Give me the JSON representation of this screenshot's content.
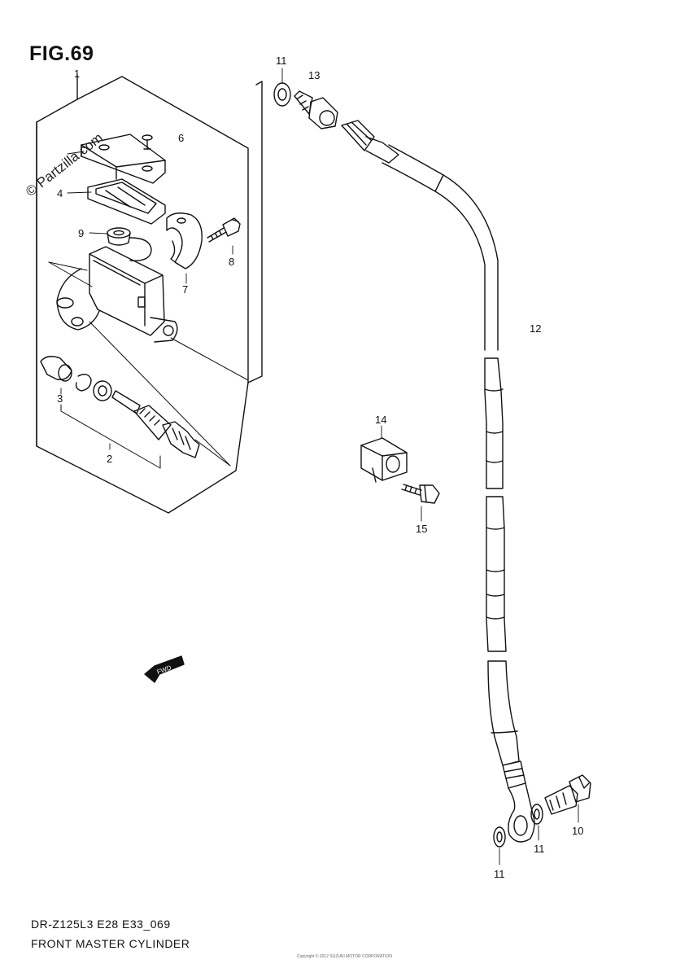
{
  "figure": {
    "title": "FIG.69",
    "watermark": "© Partzilla.com"
  },
  "callouts": [
    "1",
    "2",
    "3",
    "4",
    "6",
    "7",
    "8",
    "9",
    "10",
    "11",
    "11",
    "11",
    "12",
    "13",
    "14",
    "15"
  ],
  "fwd_label": "FWD",
  "footer": {
    "model_code": "DR-Z125L3 E28 E33_069",
    "caption": "FRONT MASTER CYLINDER",
    "copyright": "Copyright © 2012 SUZUKI MOTOR CORPORATION"
  },
  "colors": {
    "ink": "#111111",
    "background": "#ffffff"
  }
}
